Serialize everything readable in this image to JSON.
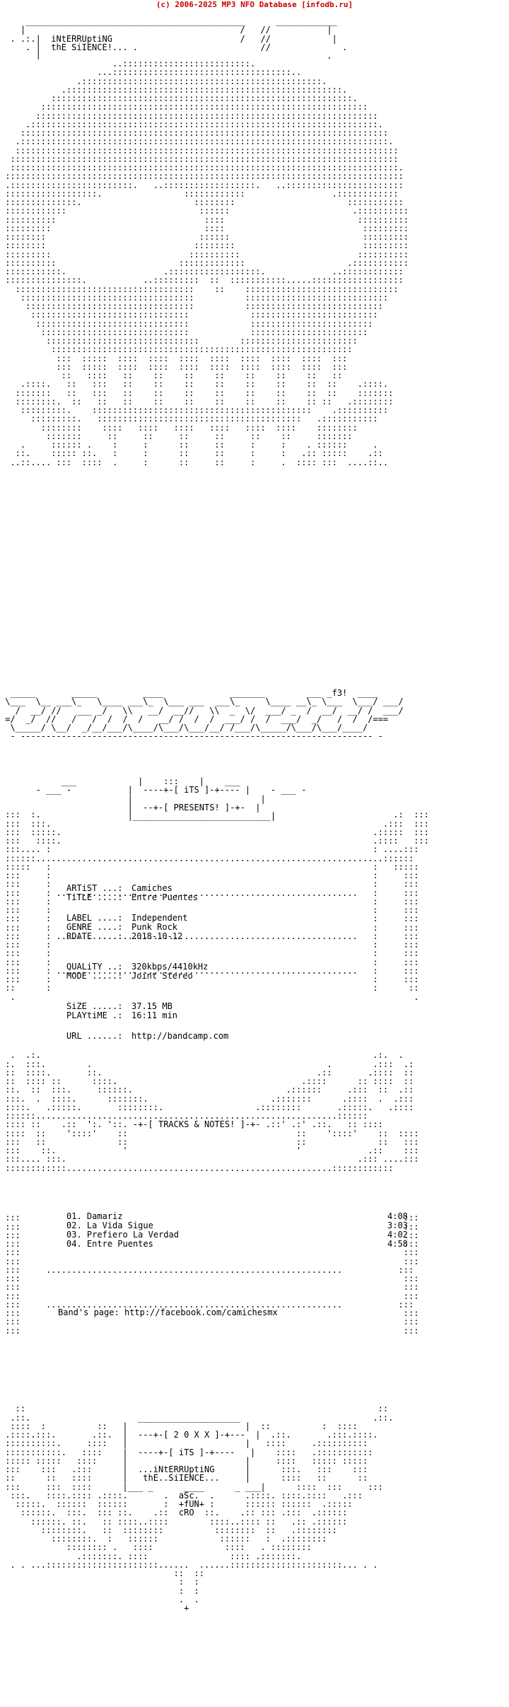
{
  "header": {
    "credit": "(c) 2006-2025 MP3 NFO Database [infodb.ru]"
  },
  "group": {
    "name_line1": "iNtERRUptiNG",
    "name_line2": "thE SiIENCE!...",
    "presents_group": "iTS",
    "presents_label": "PRESENTS!",
    "tag": "f3!"
  },
  "release": {
    "artist_label": "ARTiST ...:",
    "artist": "Camiches",
    "title_label": "TiTLE ....:",
    "title": "Entre Puentes",
    "label_label": "LABEL ....:",
    "label": "Independent",
    "genre_label": "GENRE ....:",
    "genre": "Punk Rock",
    "rdate_label": "RDATE ....:",
    "rdate": "2018-10-12",
    "quality_label": "QUALiTY ..:",
    "quality": "320kbps/4410kHz",
    "mode_label": "MODE .....:",
    "mode": "Joint Stereo",
    "size_label": "SiZE .....:",
    "size": "37.15 MB",
    "playtime_label": "PLAYtiME .:",
    "playtime": "16:11 min",
    "url_label": "URL ......:",
    "url": "http://bandcamp.com"
  },
  "tracks_heading": "TRACKS & NOTES!",
  "tracks": [
    {
      "num": "01.",
      "title": "Damariz",
      "time": "4:08"
    },
    {
      "num": "02.",
      "title": "La Vida Sigue",
      "time": "3:03"
    },
    {
      "num": "03.",
      "title": "Prefiero La Verdad",
      "time": "4:02"
    },
    {
      "num": "04.",
      "title": "Entre Puentes",
      "time": "4:58"
    }
  ],
  "notes": {
    "band_label": "Band's page:",
    "band_url": "http://facebook.com/camichesmx"
  },
  "footer": {
    "year": "2 0 X X",
    "group": "iTS",
    "name_line1": "...iNtERRUptiNG",
    "name_line2": "thE..SiIENCE...",
    "credits": [
      "aSc.",
      "+fUN+",
      "cRO"
    ]
  }
}
